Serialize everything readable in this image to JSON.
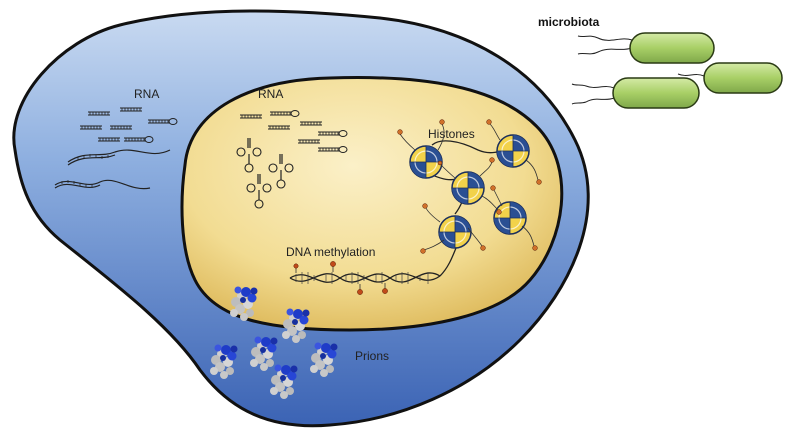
{
  "labels": {
    "microbiota": "microbiota",
    "rna_cytoplasm": "RNA",
    "rna_nucleus": "RNA",
    "histones": "Histones",
    "dna_methylation": "DNA methylation",
    "prions": "Prions"
  },
  "colors": {
    "cell_outer": "#1f3f86",
    "cell_light": "#b9cdea",
    "nucleus_light": "#f7e8b4",
    "nucleus_dark": "#dcb54e",
    "bacteria": "#a9cf6a",
    "histone_blue": "#2a4f93",
    "histone_yellow": "#f2d24a",
    "methyl_dot": "#c04a1a",
    "prion_blue": "#1f3cc8",
    "prion_gray": "#c9c9c9"
  },
  "icons": {
    "bacterium": "rod-bacterium-icon",
    "histone": "nucleosome-icon",
    "trna": "trna-cloverleaf-icon",
    "prion": "protein-aggregate-icon"
  }
}
